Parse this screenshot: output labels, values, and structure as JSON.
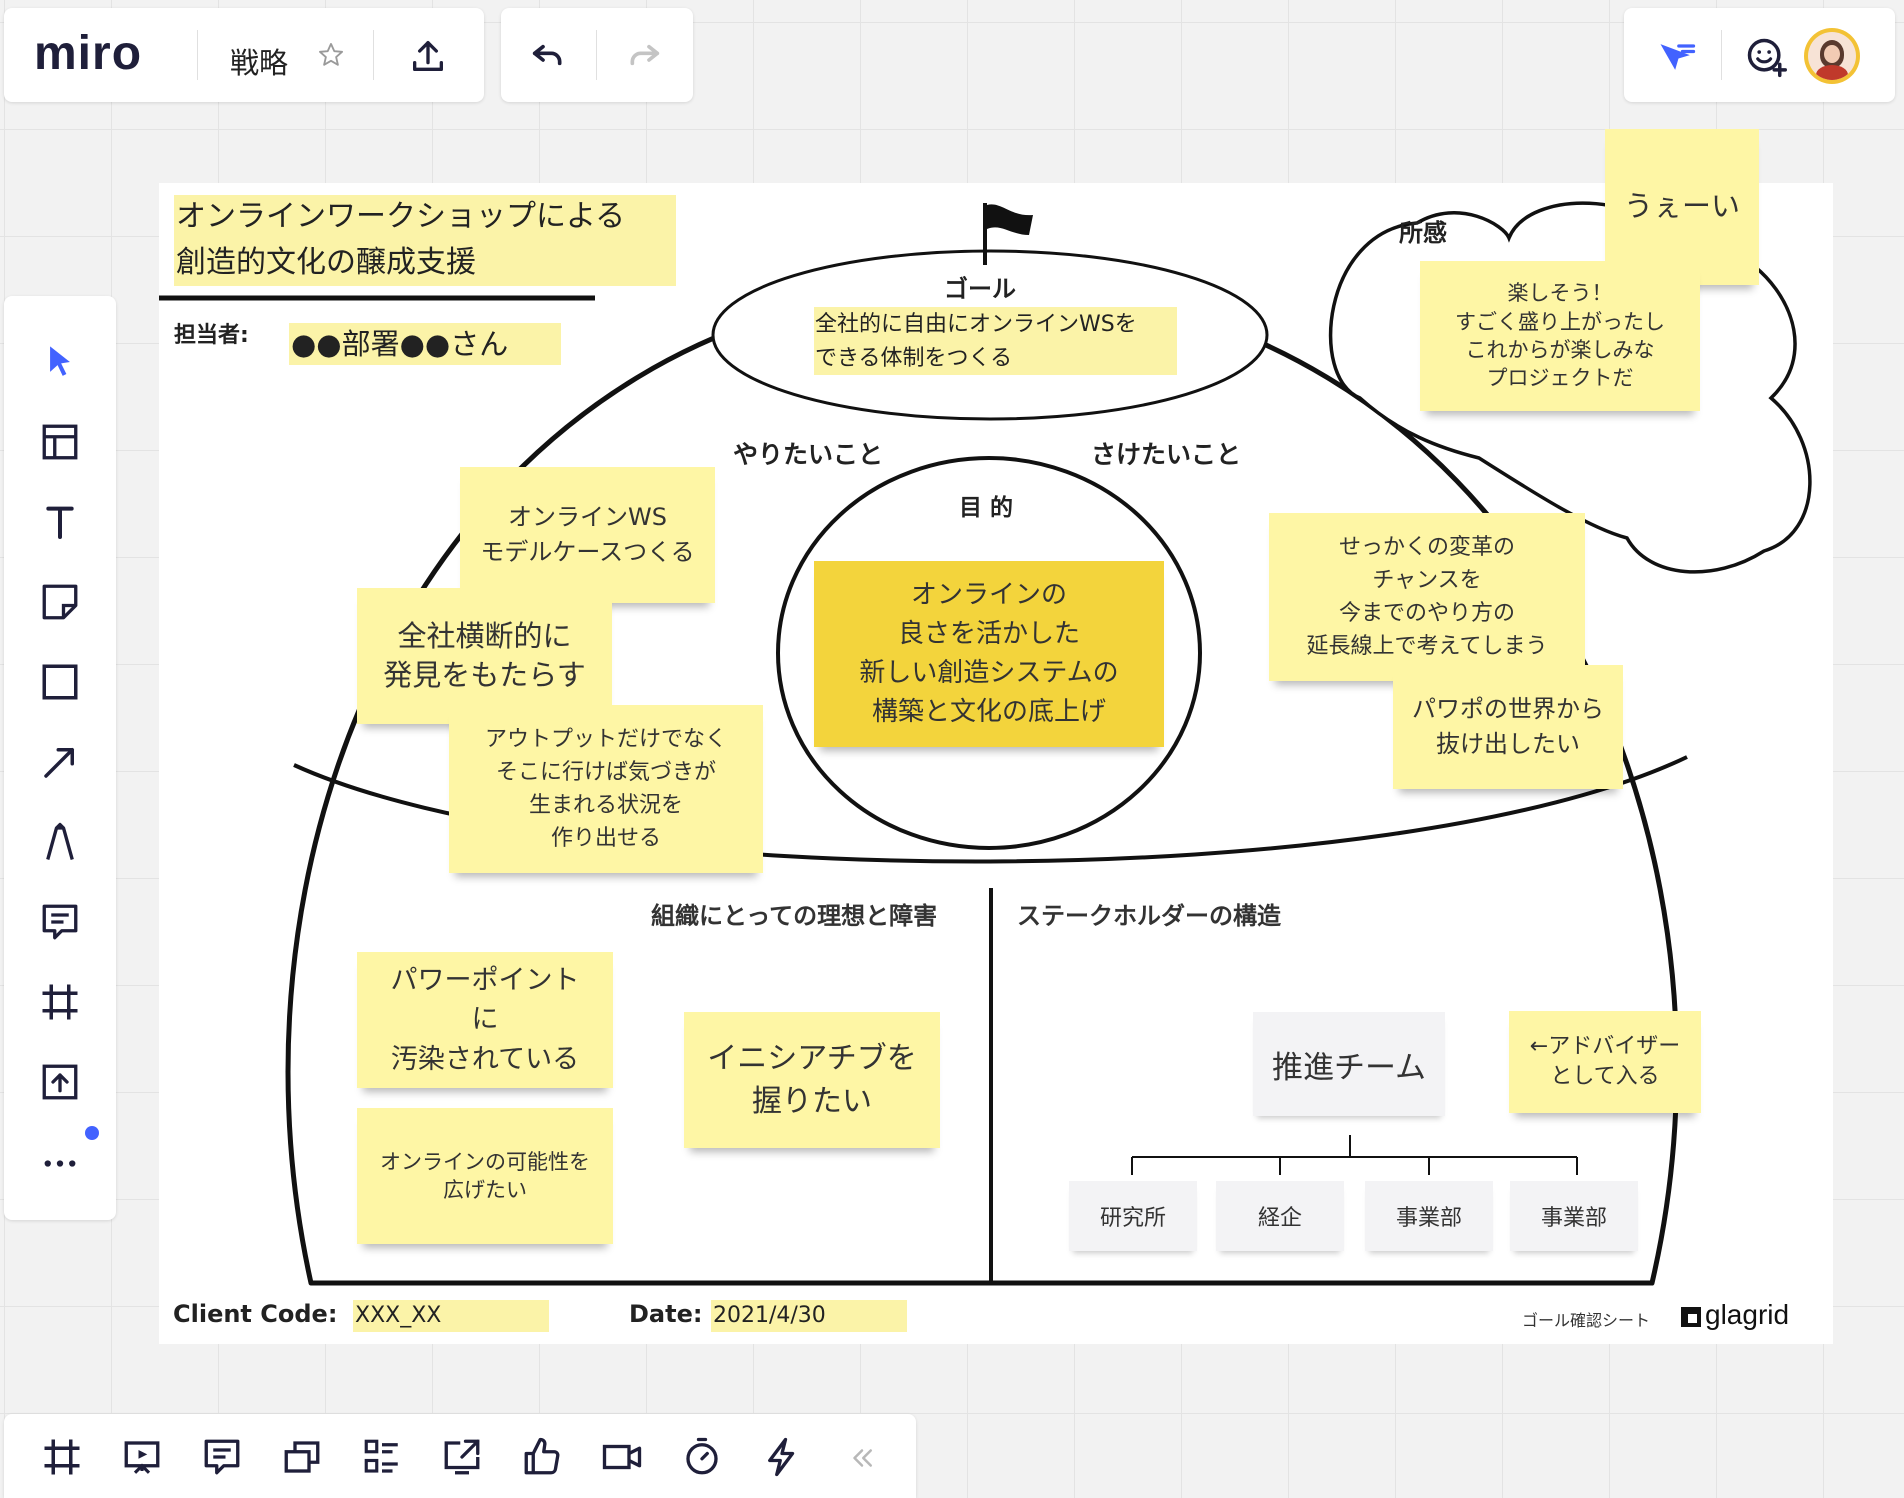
{
  "app": {
    "logo": "miro",
    "board_name": "戦略"
  },
  "colors": {
    "accent": "#4262ff",
    "sticky": "#fef6a5",
    "sticky_dark": "#f3d43c"
  },
  "icons": {
    "top": [
      "star-icon",
      "upload-icon",
      "undo-icon",
      "redo-icon",
      "cursor-flag-icon",
      "add-reaction-icon"
    ],
    "left_toolbar": [
      "select-cursor-icon",
      "templates-icon",
      "text-icon",
      "sticky-note-icon",
      "shape-icon",
      "arrow-connector-icon",
      "pen-icon",
      "comment-icon",
      "frame-icon",
      "upload-file-icon",
      "more-icon"
    ],
    "bottom_toolbar": [
      "frames-icon",
      "presentation-icon",
      "chat-icon",
      "cards-icon",
      "kanban-icon",
      "share-screen-icon",
      "vote-icon",
      "video-icon",
      "timer-icon",
      "lightning-icon",
      "collapse-icon"
    ]
  },
  "sheet": {
    "title_line1": "オンラインワークショップによる",
    "title_line2": "創造的文化の醸成支援",
    "owner_label": "担当者:",
    "owner_value": "●●部署●●さん",
    "goal_label": "ゴール",
    "goal_line1": "全社的に自由にオンラインWSを",
    "goal_line2": "できる体制をつくる",
    "want_label": "やりたいこと",
    "avoid_label": "さけたいこと",
    "purpose_label": "目 的",
    "ideal_label": "組織にとっての理想と障害",
    "stakeholder_label": "ステークホルダーの構造",
    "impression_label": "所感",
    "client_code_label": "Client Code:",
    "client_code_value": "XXX_XX",
    "date_label": "Date:",
    "date_value": "2021/4/30",
    "footer_sheet_name": "ゴール確認シート",
    "footer_brand": "glagrid"
  },
  "stickies": {
    "uee": "うぇーい",
    "impression": [
      "楽しそう！",
      "すごく盛り上がったし",
      "これからが楽しみな",
      "プロジェクトだ"
    ],
    "online_ws": [
      "オンラインWS",
      "モデルケースつくる"
    ],
    "cross": [
      "全社横断的に",
      "発見をもたらす"
    ],
    "output": [
      "アウトプットだけでなく",
      "そこに行けば気づきが",
      "生まれる状況を",
      "作り出せる"
    ],
    "purpose": [
      "オンラインの",
      "良さを活かした",
      "新しい創造システムの",
      "構築と文化の底上げ"
    ],
    "change": [
      "せっかくの変革の",
      "チャンスを",
      "今までのやり方の",
      "延長線上で考えてしまう"
    ],
    "powerpoint_escape": [
      "パワポの世界から",
      "抜け出したい"
    ],
    "polluted": [
      "パワーポイント",
      "に",
      "汚染されている"
    ],
    "possibility": [
      "オンラインの可能性を",
      "広げたい"
    ],
    "initiative": [
      "イニシアチブを",
      "握りたい"
    ],
    "advisor": [
      "←アドバイザー",
      "として入る"
    ]
  },
  "org": {
    "root": "推進チーム",
    "children": [
      "研究所",
      "経企",
      "事業部",
      "事業部"
    ]
  }
}
